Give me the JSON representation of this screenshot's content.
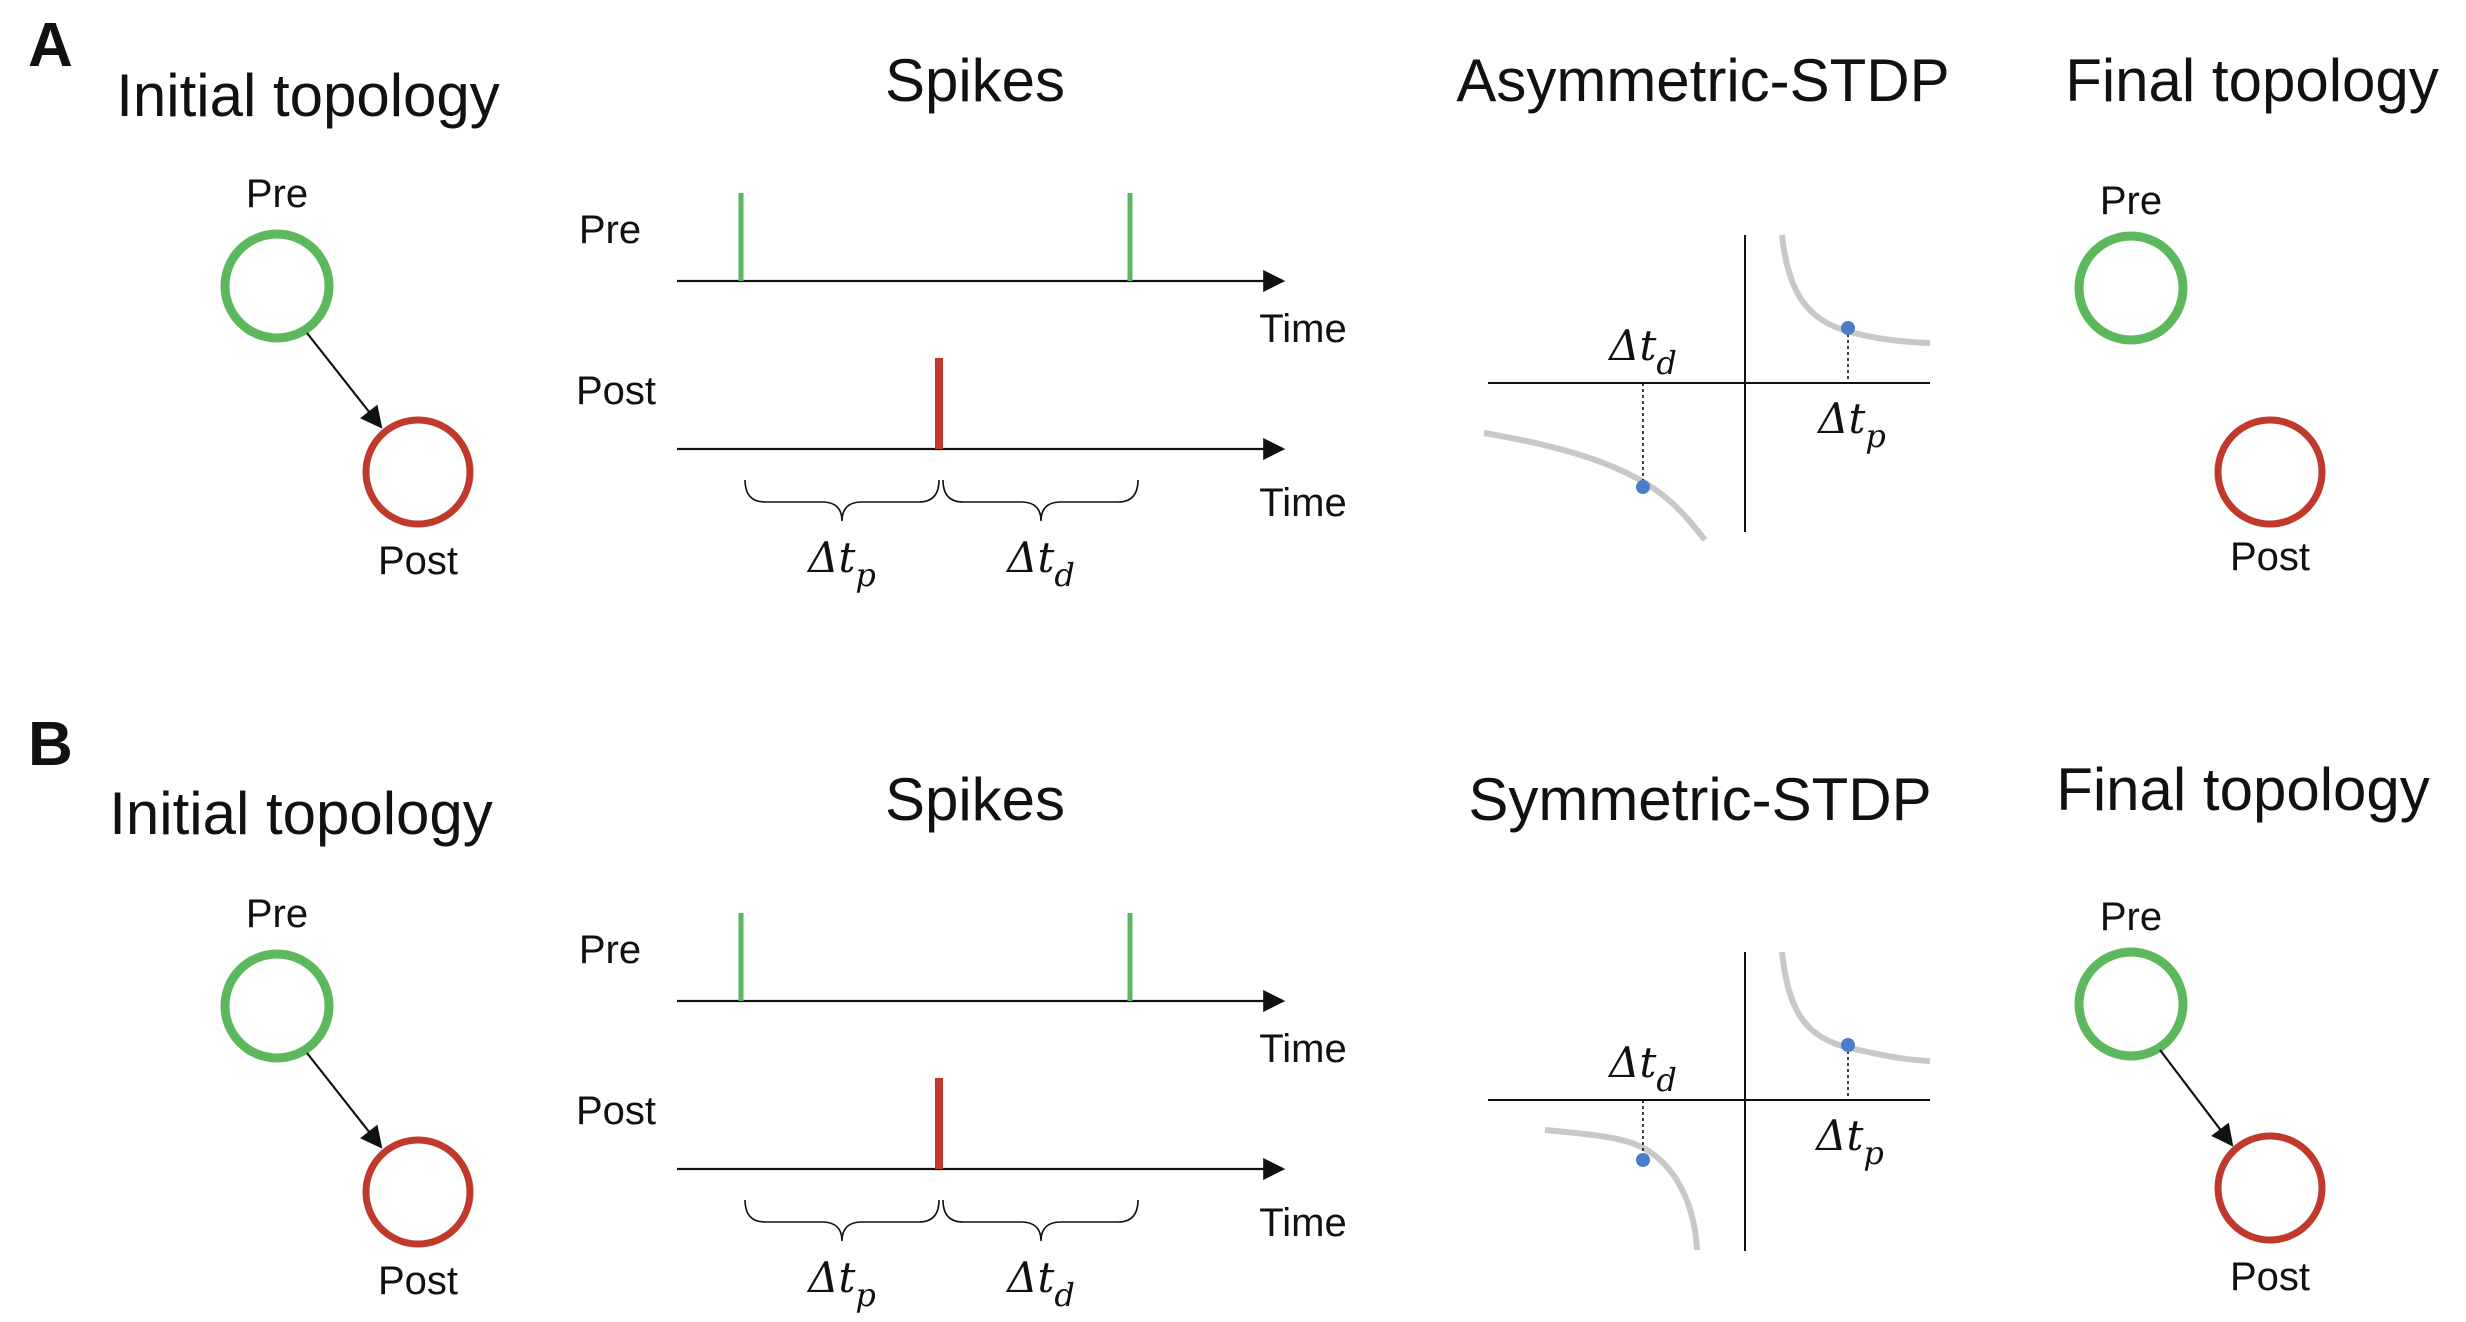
{
  "colors": {
    "pre": "#5cb85c",
    "post": "#c0392b",
    "dot": "#4a7cc9",
    "curve": "#c8c8c8",
    "ink": "#111111"
  },
  "panels": [
    {
      "letter": "A",
      "titles": {
        "initial": "Initial topology",
        "spikes": "Spikes",
        "stdp": "Asymmetric-STDP",
        "final": "Final topology"
      },
      "initial": {
        "pre": "Pre",
        "post": "Post",
        "connected": true
      },
      "spikes": {
        "pre_row": "Pre",
        "post_row": "Post",
        "time1": "Time",
        "time2": "Time",
        "dtp": "Δt",
        "dtp_sub": "p",
        "dtd": "Δt",
        "dtd_sub": "d"
      },
      "stdp": {
        "dtd": "Δt",
        "dtd_sub": "d",
        "dtp": "Δt",
        "dtp_sub": "p"
      },
      "final": {
        "pre": "Pre",
        "post": "Post",
        "connected": false
      }
    },
    {
      "letter": "B",
      "titles": {
        "initial": "Initial topology",
        "spikes": "Spikes",
        "stdp": "Symmetric-STDP",
        "final": "Final topology"
      },
      "initial": {
        "pre": "Pre",
        "post": "Post",
        "connected": true
      },
      "spikes": {
        "pre_row": "Pre",
        "post_row": "Post",
        "time1": "Time",
        "time2": "Time",
        "dtp": "Δt",
        "dtp_sub": "p",
        "dtd": "Δt",
        "dtd_sub": "d"
      },
      "stdp": {
        "dtd": "Δt",
        "dtd_sub": "d",
        "dtp": "Δt",
        "dtp_sub": "p"
      },
      "final": {
        "pre": "Pre",
        "post": "Post",
        "connected": true
      }
    }
  ]
}
